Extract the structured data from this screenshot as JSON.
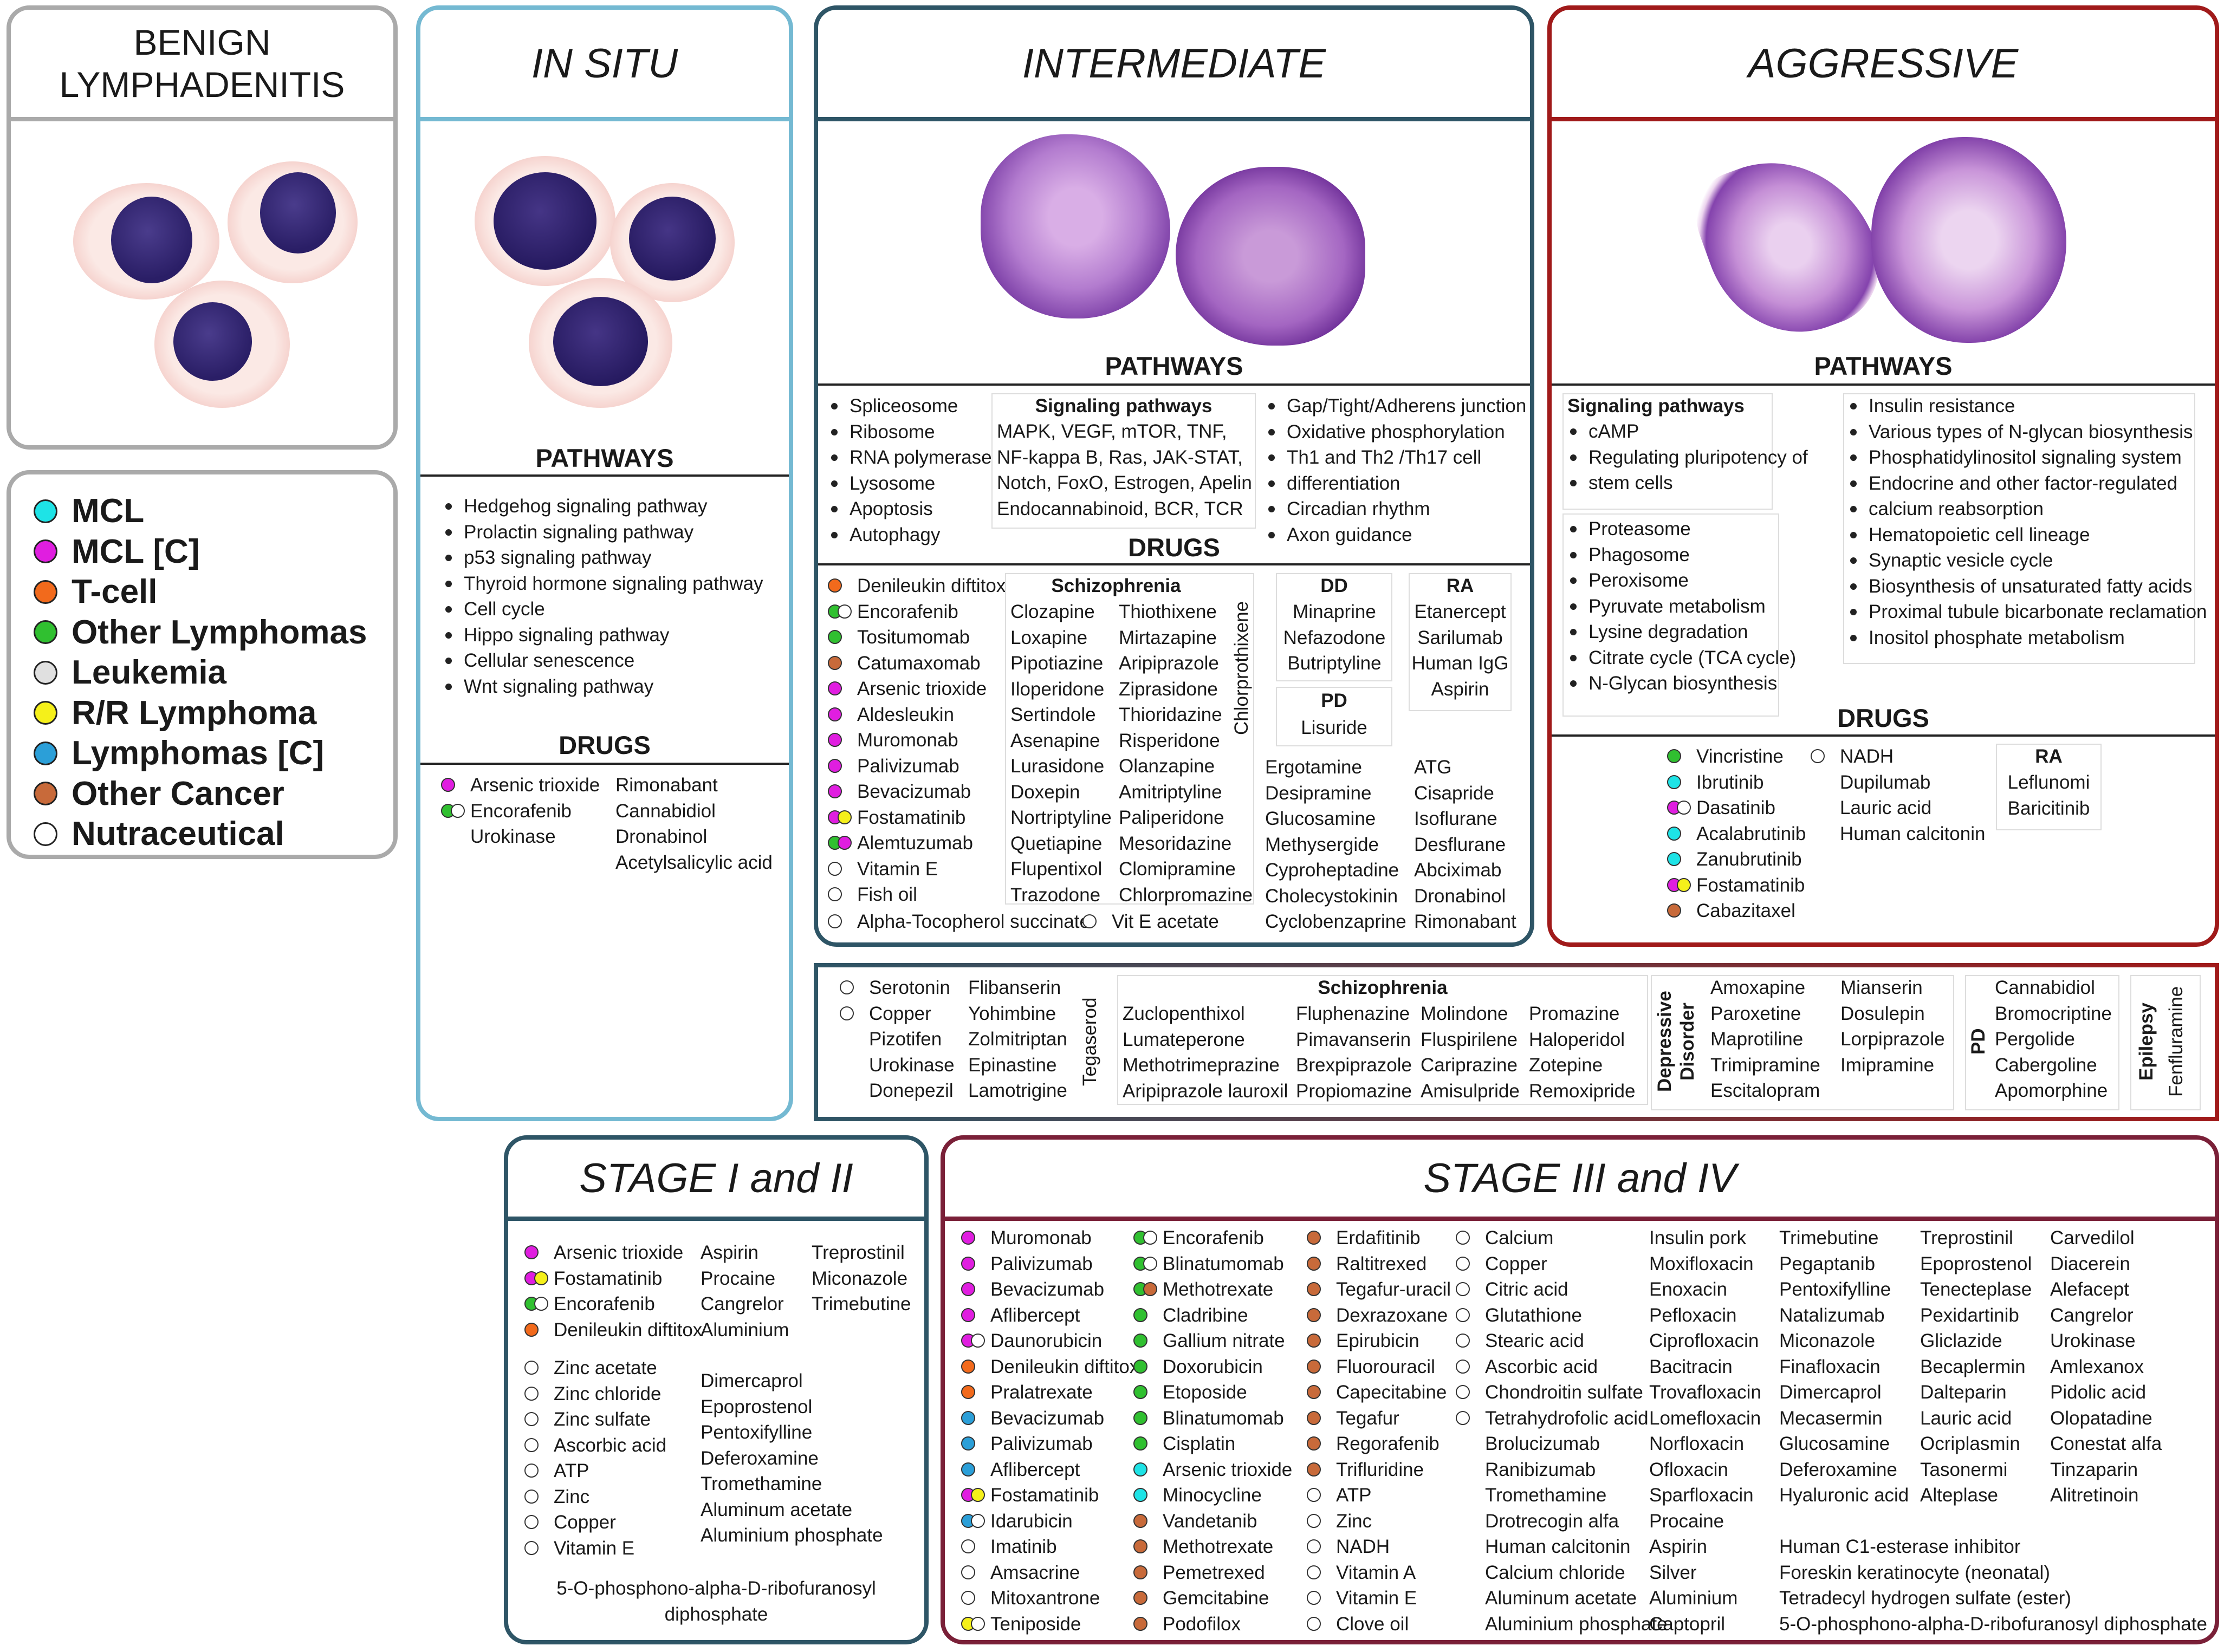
{
  "colors": {
    "MCL": "#1ee3e6",
    "MCLC": "#e01ee0",
    "Tcell": "#f26a1c",
    "Other": "#30c030",
    "Leuk": "#e0e0e0",
    "RR": "#f5f01a",
    "LymC": "#2b9fd8",
    "OthC": "#c86a3a",
    "Nutr": "#ffffff"
  },
  "benign": {
    "title": "BENIGN\nLYMPHADENITIS"
  },
  "legend": [
    {
      "label": "MCL",
      "color": "#1ee3e6"
    },
    {
      "label": "MCL [C]",
      "color": "#e01ee0"
    },
    {
      "label": "T-cell",
      "color": "#f26a1c"
    },
    {
      "label": "Other Lymphomas",
      "color": "#30c030"
    },
    {
      "label": "Leukemia",
      "color": "#e0e0e0"
    },
    {
      "label": "R/R Lymphoma",
      "color": "#f5f01a"
    },
    {
      "label": "Lymphomas [C]",
      "color": "#2b9fd8"
    },
    {
      "label": "Other Cancer",
      "color": "#c86a3a"
    },
    {
      "label": "Nutraceutical",
      "color": "#ffffff"
    }
  ],
  "insitu": {
    "title": "IN SITU",
    "pathways_label": "PATHWAYS",
    "pathways": [
      "Hedgehog signaling pathway",
      "Prolactin signaling pathway",
      "p53 signaling pathway",
      "Thyroid hormone signaling pathway",
      "Cell cycle",
      "Hippo signaling pathway",
      "Cellular senescence",
      "Wnt signaling pathway"
    ],
    "drugs_label": "DRUGS",
    "drugs_a": [
      {
        "t": "Arsenic trioxide",
        "c": [
          "MCLC"
        ]
      },
      {
        "t": "Encorafenib",
        "c": [
          "Other",
          "Nutr"
        ]
      },
      {
        "t": "Urokinase",
        "c": []
      }
    ],
    "drugs_b": [
      "Rimonabant",
      "Cannabidiol",
      "Dronabinol",
      "Acetylsalicylic acid"
    ]
  },
  "intermediate": {
    "title": "INTERMEDIATE",
    "pathways_label": "PATHWAYS",
    "path_a": [
      "Spliceosome",
      "Ribosome",
      "RNA polymerase",
      "Lysosome",
      "Apoptosis",
      "Autophagy"
    ],
    "sig_title": "Signaling pathways",
    "sig": [
      "MAPK, VEGF, mTOR, TNF,",
      "NF-kappa B, Ras, JAK-STAT,",
      "Notch, FoxO, Estrogen, Apelin",
      "Endocannabinoid, BCR, TCR"
    ],
    "path_c": [
      "Gap/Tight/Adherens junction",
      "Oxidative phosphorylation",
      "Th1 and Th2 /Th17 cell",
      "differentiation",
      "Circadian rhythm",
      "Axon guidance"
    ],
    "drugs_label": "DRUGS",
    "drugs_a": [
      {
        "t": "Denileukin diftitox",
        "c": [
          "Tcell"
        ]
      },
      {
        "t": "Encorafenib",
        "c": [
          "Other",
          "Nutr"
        ]
      },
      {
        "t": "Tositumomab",
        "c": [
          "Other"
        ]
      },
      {
        "t": "Catumaxomab",
        "c": [
          "OthC"
        ]
      },
      {
        "t": "Arsenic trioxide",
        "c": [
          "MCLC"
        ]
      },
      {
        "t": "Aldesleukin",
        "c": [
          "MCLC"
        ]
      },
      {
        "t": "Muromonab",
        "c": [
          "MCLC"
        ]
      },
      {
        "t": "Palivizumab",
        "c": [
          "MCLC"
        ]
      },
      {
        "t": "Bevacizumab",
        "c": [
          "MCLC"
        ]
      },
      {
        "t": "Fostamatinib",
        "c": [
          "MCLC",
          "RR"
        ]
      },
      {
        "t": "Alemtuzumab",
        "c": [
          "Other",
          "MCLC"
        ]
      },
      {
        "t": "Vitamin E",
        "c": [
          "Nutr"
        ]
      },
      {
        "t": "Fish oil",
        "c": [
          "Nutr"
        ]
      }
    ],
    "tocopherol": {
      "t": "Alpha-Tocopherol succinate",
      "c": [
        "Nutr"
      ]
    },
    "vite": {
      "t": "Vit E acetate",
      "c": [
        "Nutr"
      ]
    },
    "schizo_title": "Schizophrenia",
    "schizo_a": [
      "Clozapine",
      "Loxapine",
      "Pipotiazine",
      "Iloperidone",
      "Sertindole",
      "Asenapine",
      "Lurasidone",
      "Doxepin",
      "Nortriptyline",
      "Quetiapine",
      "Flupentixol",
      "Trazodone"
    ],
    "schizo_b": [
      "Thiothixene",
      "Mirtazapine",
      "Aripiprazole",
      "Ziprasidone",
      "Thioridazine",
      "Risperidone",
      "Olanzapine",
      "Amitriptyline",
      "Paliperidone",
      "Mesoridazine",
      "Clomipramine",
      "Chlorpromazine"
    ],
    "schizo_vert": "Chlorprothixene",
    "dd_title": "DD",
    "dd": [
      "Minaprine",
      "Nefazodone",
      "Butriptyline"
    ],
    "pd_title": "PD",
    "pd": [
      "Lisuride"
    ],
    "ra_title": "RA",
    "ra": [
      "Etanercept",
      "Sarilumab",
      "Human IgG",
      "Aspirin"
    ],
    "misc_a": [
      "Ergotamine",
      "Desipramine",
      "Glucosamine",
      "Methysergide",
      "Cyproheptadine",
      "Cholecystokinin",
      "Cyclobenzaprine"
    ],
    "misc_b": [
      "ATG",
      "Cisapride",
      "Isoflurane",
      "Desflurane",
      "Abciximab",
      "Dronabinol",
      "Rimonabant"
    ]
  },
  "aggressive": {
    "title": "AGGRESSIVE",
    "pathways_label": "PATHWAYS",
    "sig_title": "Signaling pathways",
    "sig": [
      "cAMP",
      "Regulating pluripotency of",
      "stem cells"
    ],
    "mid": [
      "Proteasome",
      "Phagosome",
      "Peroxisome",
      "Pyruvate metabolism",
      "Lysine degradation",
      "Citrate cycle (TCA cycle)",
      "N-Glycan biosynthesis"
    ],
    "right": [
      "Insulin resistance",
      "Various types of N-glycan biosynthesis",
      "Phosphatidylinositol signaling system",
      "Endocrine and other factor-regulated",
      "calcium reabsorption",
      "Hematopoietic cell lineage",
      "Synaptic vesicle cycle",
      "Biosynthesis of unsaturated fatty acids",
      "Proximal tubule bicarbonate reclamation",
      "Inositol phosphate metabolism"
    ],
    "drugs_label": "DRUGS",
    "drugs_a": [
      {
        "t": "Vincristine",
        "c": [
          "Other"
        ]
      },
      {
        "t": "Ibrutinib",
        "c": [
          "MCL"
        ]
      },
      {
        "t": "Dasatinib",
        "c": [
          "MCLC",
          "Nutr"
        ]
      },
      {
        "t": "Acalabrutinib",
        "c": [
          "MCL"
        ]
      },
      {
        "t": "Zanubrutinib",
        "c": [
          "MCL"
        ]
      },
      {
        "t": "Fostamatinib",
        "c": [
          "MCLC",
          "RR"
        ]
      },
      {
        "t": "Cabazitaxel",
        "c": [
          "OthC"
        ]
      }
    ],
    "drugs_b": [
      {
        "t": "NADH",
        "c": [
          "Nutr"
        ]
      },
      {
        "t": "Dupilumab",
        "c": []
      },
      {
        "t": "Lauric acid",
        "c": []
      },
      {
        "t": "Human calcitonin",
        "c": []
      }
    ],
    "ra_title": "RA",
    "ra": [
      "Leflunomi",
      "Baricitinib"
    ]
  },
  "middle": {
    "col_a": [
      {
        "t": "Serotonin",
        "c": [
          "Nutr"
        ]
      },
      {
        "t": "Copper",
        "c": [
          "Nutr"
        ]
      },
      {
        "t": "Pizotifen",
        "c": []
      },
      {
        "t": "Urokinase",
        "c": []
      },
      {
        "t": "Donepezil",
        "c": []
      }
    ],
    "col_b": [
      "Flibanserin",
      "Yohimbine",
      "Zolmitriptan",
      "Epinastine",
      "Lamotrigine"
    ],
    "vert_a": "Tegaserod",
    "schizo_title": "Schizophrenia",
    "schizo_a": [
      "Zuclopenthixol",
      "Lumateperone",
      "Methotrimeprazine",
      "Aripiprazole lauroxil"
    ],
    "schizo_b": [
      "Fluphenazine",
      "Pimavanserin",
      "Brexpiprazole",
      "Propiomazine"
    ],
    "schizo_c": [
      "Molindone",
      "Fluspirilene",
      "Cariprazine",
      "Amisulpride"
    ],
    "schizo_d": [
      "Promazine",
      "Haloperidol",
      "Zotepine",
      "Remoxipride"
    ],
    "dep_title": "Depressive\nDisorder",
    "dep_a": [
      "Amoxapine",
      "Paroxetine",
      "Maprotiline",
      "Trimipramine",
      "Escitalopram"
    ],
    "dep_b": [
      "Mianserin",
      "Dosulepin",
      "Lorpiprazole",
      "Imipramine"
    ],
    "pd_title": "PD",
    "pd": [
      "Cannabidiol",
      "Bromocriptine",
      "Pergolide",
      "Cabergoline",
      "Apomorphine"
    ],
    "epi_title": "Epilepsy",
    "epi": "Fenfluramine"
  },
  "stage12": {
    "title": "STAGE I and II",
    "drugs_a": [
      {
        "t": "Arsenic trioxide",
        "c": [
          "MCLC"
        ]
      },
      {
        "t": "Fostamatinib",
        "c": [
          "MCLC",
          "RR"
        ]
      },
      {
        "t": "Encorafenib",
        "c": [
          "Other",
          "Nutr"
        ]
      },
      {
        "t": "Denileukin diftitox",
        "c": [
          "Tcell"
        ]
      }
    ],
    "drugs_b": [
      "Aspirin",
      "Procaine",
      "Cangrelor",
      "Aluminium"
    ],
    "drugs_c": [
      "Treprostinil",
      "Miconazole",
      "Trimebutine"
    ],
    "nutr": [
      "Zinc acetate",
      "Zinc chloride",
      "Zinc sulfate",
      "Ascorbic acid",
      "ATP",
      "Zinc",
      "Copper",
      "Vitamin E"
    ],
    "other": [
      "Dimercaprol",
      "Epoprostenol",
      "Pentoxifylline",
      "Deferoxamine",
      "Tromethamine",
      "Aluminum acetate",
      "Aluminium phosphate"
    ],
    "footer": [
      "5-O-phosphono-alpha-D-ribofuranosyl",
      "diphosphate"
    ]
  },
  "stage34": {
    "title": "STAGE III and IV",
    "col1": [
      {
        "t": "Muromonab",
        "c": [
          "MCLC"
        ]
      },
      {
        "t": "Palivizumab",
        "c": [
          "MCLC"
        ]
      },
      {
        "t": "Bevacizumab",
        "c": [
          "MCLC"
        ]
      },
      {
        "t": "Aflibercept",
        "c": [
          "MCLC"
        ]
      },
      {
        "t": "Daunorubicin",
        "c": [
          "MCLC",
          "Nutr"
        ]
      },
      {
        "t": "Denileukin diftitox",
        "c": [
          "Tcell"
        ]
      },
      {
        "t": "Pralatrexate",
        "c": [
          "Tcell"
        ]
      },
      {
        "t": "Bevacizumab",
        "c": [
          "LymC"
        ]
      },
      {
        "t": "Palivizumab",
        "c": [
          "LymC"
        ]
      },
      {
        "t": "Aflibercept",
        "c": [
          "LymC"
        ]
      },
      {
        "t": "Fostamatinib",
        "c": [
          "MCLC",
          "RR"
        ]
      },
      {
        "t": "Idarubicin",
        "c": [
          "LymC",
          "Nutr"
        ]
      },
      {
        "t": "Imatinib",
        "c": [
          "Nutr"
        ]
      },
      {
        "t": "Amsacrine",
        "c": [
          "Nutr"
        ]
      },
      {
        "t": "Mitoxantrone",
        "c": [
          "Nutr"
        ]
      },
      {
        "t": "Teniposide",
        "c": [
          "RR",
          "Nutr"
        ]
      }
    ],
    "col2": [
      {
        "t": "Encorafenib",
        "c": [
          "Other",
          "Nutr"
        ]
      },
      {
        "t": "Blinatumomab",
        "c": [
          "Other",
          "Nutr"
        ]
      },
      {
        "t": "Methotrexate",
        "c": [
          "Other",
          "OthC"
        ]
      },
      {
        "t": "Cladribine",
        "c": [
          "Other"
        ]
      },
      {
        "t": "Gallium nitrate",
        "c": [
          "Other"
        ]
      },
      {
        "t": "Doxorubicin",
        "c": [
          "Other"
        ]
      },
      {
        "t": "Etoposide",
        "c": [
          "Other"
        ]
      },
      {
        "t": "Blinatumomab",
        "c": [
          "Other"
        ]
      },
      {
        "t": "Cisplatin",
        "c": [
          "Other"
        ]
      },
      {
        "t": "Arsenic trioxide",
        "c": [
          "MCL"
        ]
      },
      {
        "t": "Minocycline",
        "c": [
          "MCL"
        ]
      },
      {
        "t": "Vandetanib",
        "c": [
          "OthC"
        ]
      },
      {
        "t": "Methotrexate",
        "c": [
          "OthC"
        ]
      },
      {
        "t": "Pemetrexed",
        "c": [
          "OthC"
        ]
      },
      {
        "t": "Gemcitabine",
        "c": [
          "OthC"
        ]
      },
      {
        "t": "Podofilox",
        "c": [
          "OthC"
        ]
      }
    ],
    "col3": [
      {
        "t": "Erdafitinib",
        "c": [
          "OthC"
        ]
      },
      {
        "t": "Raltitrexed",
        "c": [
          "OthC"
        ]
      },
      {
        "t": "Tegafur-uracil",
        "c": [
          "OthC"
        ]
      },
      {
        "t": "Dexrazoxane",
        "c": [
          "OthC"
        ]
      },
      {
        "t": "Epirubicin",
        "c": [
          "OthC"
        ]
      },
      {
        "t": "Fluorouracil",
        "c": [
          "OthC"
        ]
      },
      {
        "t": "Capecitabine",
        "c": [
          "OthC"
        ]
      },
      {
        "t": "Tegafur",
        "c": [
          "OthC"
        ]
      },
      {
        "t": "Regorafenib",
        "c": [
          "OthC"
        ]
      },
      {
        "t": "Trifluridine",
        "c": [
          "OthC"
        ]
      },
      {
        "t": "ATP",
        "c": [
          "Nutr"
        ]
      },
      {
        "t": "Zinc",
        "c": [
          "Nutr"
        ]
      },
      {
        "t": "NADH",
        "c": [
          "Nutr"
        ]
      },
      {
        "t": "Vitamin A",
        "c": [
          "Nutr"
        ]
      },
      {
        "t": "Vitamin E",
        "c": [
          "Nutr"
        ]
      },
      {
        "t": "Clove oil",
        "c": [
          "Nutr"
        ]
      }
    ],
    "col4": [
      {
        "t": "Calcium",
        "c": [
          "Nutr"
        ]
      },
      {
        "t": "Copper",
        "c": [
          "Nutr"
        ]
      },
      {
        "t": "Citric acid",
        "c": [
          "Nutr"
        ]
      },
      {
        "t": "Glutathione",
        "c": [
          "Nutr"
        ]
      },
      {
        "t": "Stearic acid",
        "c": [
          "Nutr"
        ]
      },
      {
        "t": "Ascorbic acid",
        "c": [
          "Nutr"
        ]
      },
      {
        "t": "Chondroitin sulfate",
        "c": [
          "Nutr"
        ]
      },
      {
        "t": "Tetrahydrofolic acid",
        "c": [
          "Nutr"
        ]
      },
      {
        "t": "Brolucizumab",
        "c": []
      },
      {
        "t": "Ranibizumab",
        "c": []
      },
      {
        "t": "Tromethamine",
        "c": []
      },
      {
        "t": "Drotrecogin alfa",
        "c": []
      },
      {
        "t": "Human calcitonin",
        "c": []
      },
      {
        "t": "Calcium chloride",
        "c": []
      },
      {
        "t": "Aluminum acetate",
        "c": []
      },
      {
        "t": "Aluminium phosphate",
        "c": []
      }
    ],
    "col5": [
      "Insulin pork",
      "Moxifloxacin",
      "Enoxacin",
      "Pefloxacin",
      "Ciprofloxacin",
      "Bacitracin",
      "Trovafloxacin",
      "Lomefloxacin",
      "Norfloxacin",
      "Ofloxacin",
      "Sparfloxacin",
      "Procaine",
      "Aspirin",
      "Silver",
      "Aluminium",
      "Captopril"
    ],
    "col6": [
      "Trimebutine",
      "Pegaptanib",
      "Pentoxifylline",
      "Natalizumab",
      "Miconazole",
      "Finafloxacin",
      "Dimercaprol",
      "Mecasermin",
      "Glucosamine",
      "Deferoxamine",
      "Hyaluronic acid"
    ],
    "col7": [
      "Treprostinil",
      "Epoprostenol",
      "Tenecteplase",
      "Pexidartinib",
      "Gliclazide",
      "Becaplermin",
      "Dalteparin",
      "Lauric acid",
      "Ocriplasmin",
      "Tasonermi",
      "Alteplase"
    ],
    "col8": [
      "Carvedilol",
      "Diacerein",
      "Alefacept",
      "Cangrelor",
      "Urokinase",
      "Amlexanox",
      "Pidolic acid",
      "Olopatadine",
      "Conestat alfa",
      "Tinzaparin",
      "Alitretinoin"
    ],
    "footer": [
      "Human C1-esterase inhibitor",
      "Foreskin keratinocyte (neonatal)",
      "Tetradecyl hydrogen sulfate (ester)",
      "5-O-phosphono-alpha-D-ribofuranosyl diphosphate"
    ]
  }
}
